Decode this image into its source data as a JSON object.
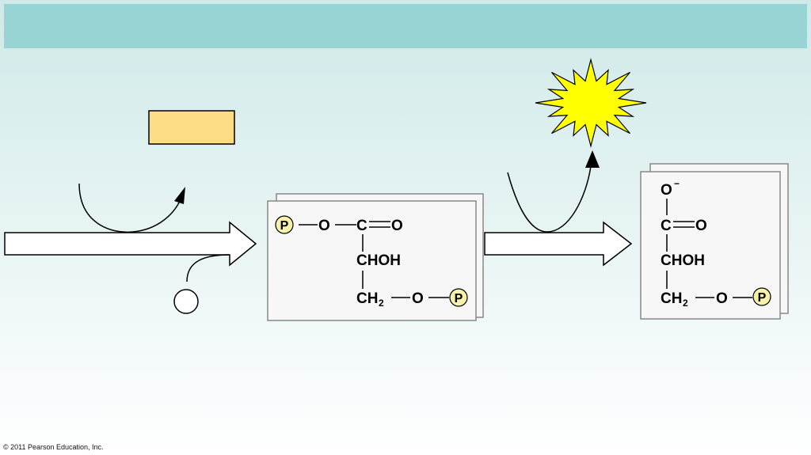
{
  "colors": {
    "header_band": "#98d4d3",
    "background_top": "#cfe9e8",
    "background_bottom": "#ffffff",
    "placeholder_rect": "#fcdc85",
    "phosphate_fill": "#f8f2a8",
    "burst_fill": "#ffff00",
    "card_fill": "#f7f7f7",
    "arrow_fill": "#ffffff"
  },
  "molecule_1": {
    "phosphate_label": "P",
    "oxygen": "O",
    "carbon": "C",
    "double_oxygen": "O",
    "middle_group": "CHOH",
    "ch": "CH",
    "subscript": "2",
    "bottom_oxygen": "O",
    "bottom_phosphate_label": "P"
  },
  "molecule_2": {
    "top_oxygen": "O",
    "charge": "−",
    "carbon": "C",
    "double_oxygen": "O",
    "middle_group": "CHOH",
    "ch": "CH",
    "subscript": "2",
    "bottom_oxygen": "O",
    "bottom_phosphate_label": "P"
  },
  "footer": {
    "copyright": "© 2011 Pearson Education, Inc."
  }
}
